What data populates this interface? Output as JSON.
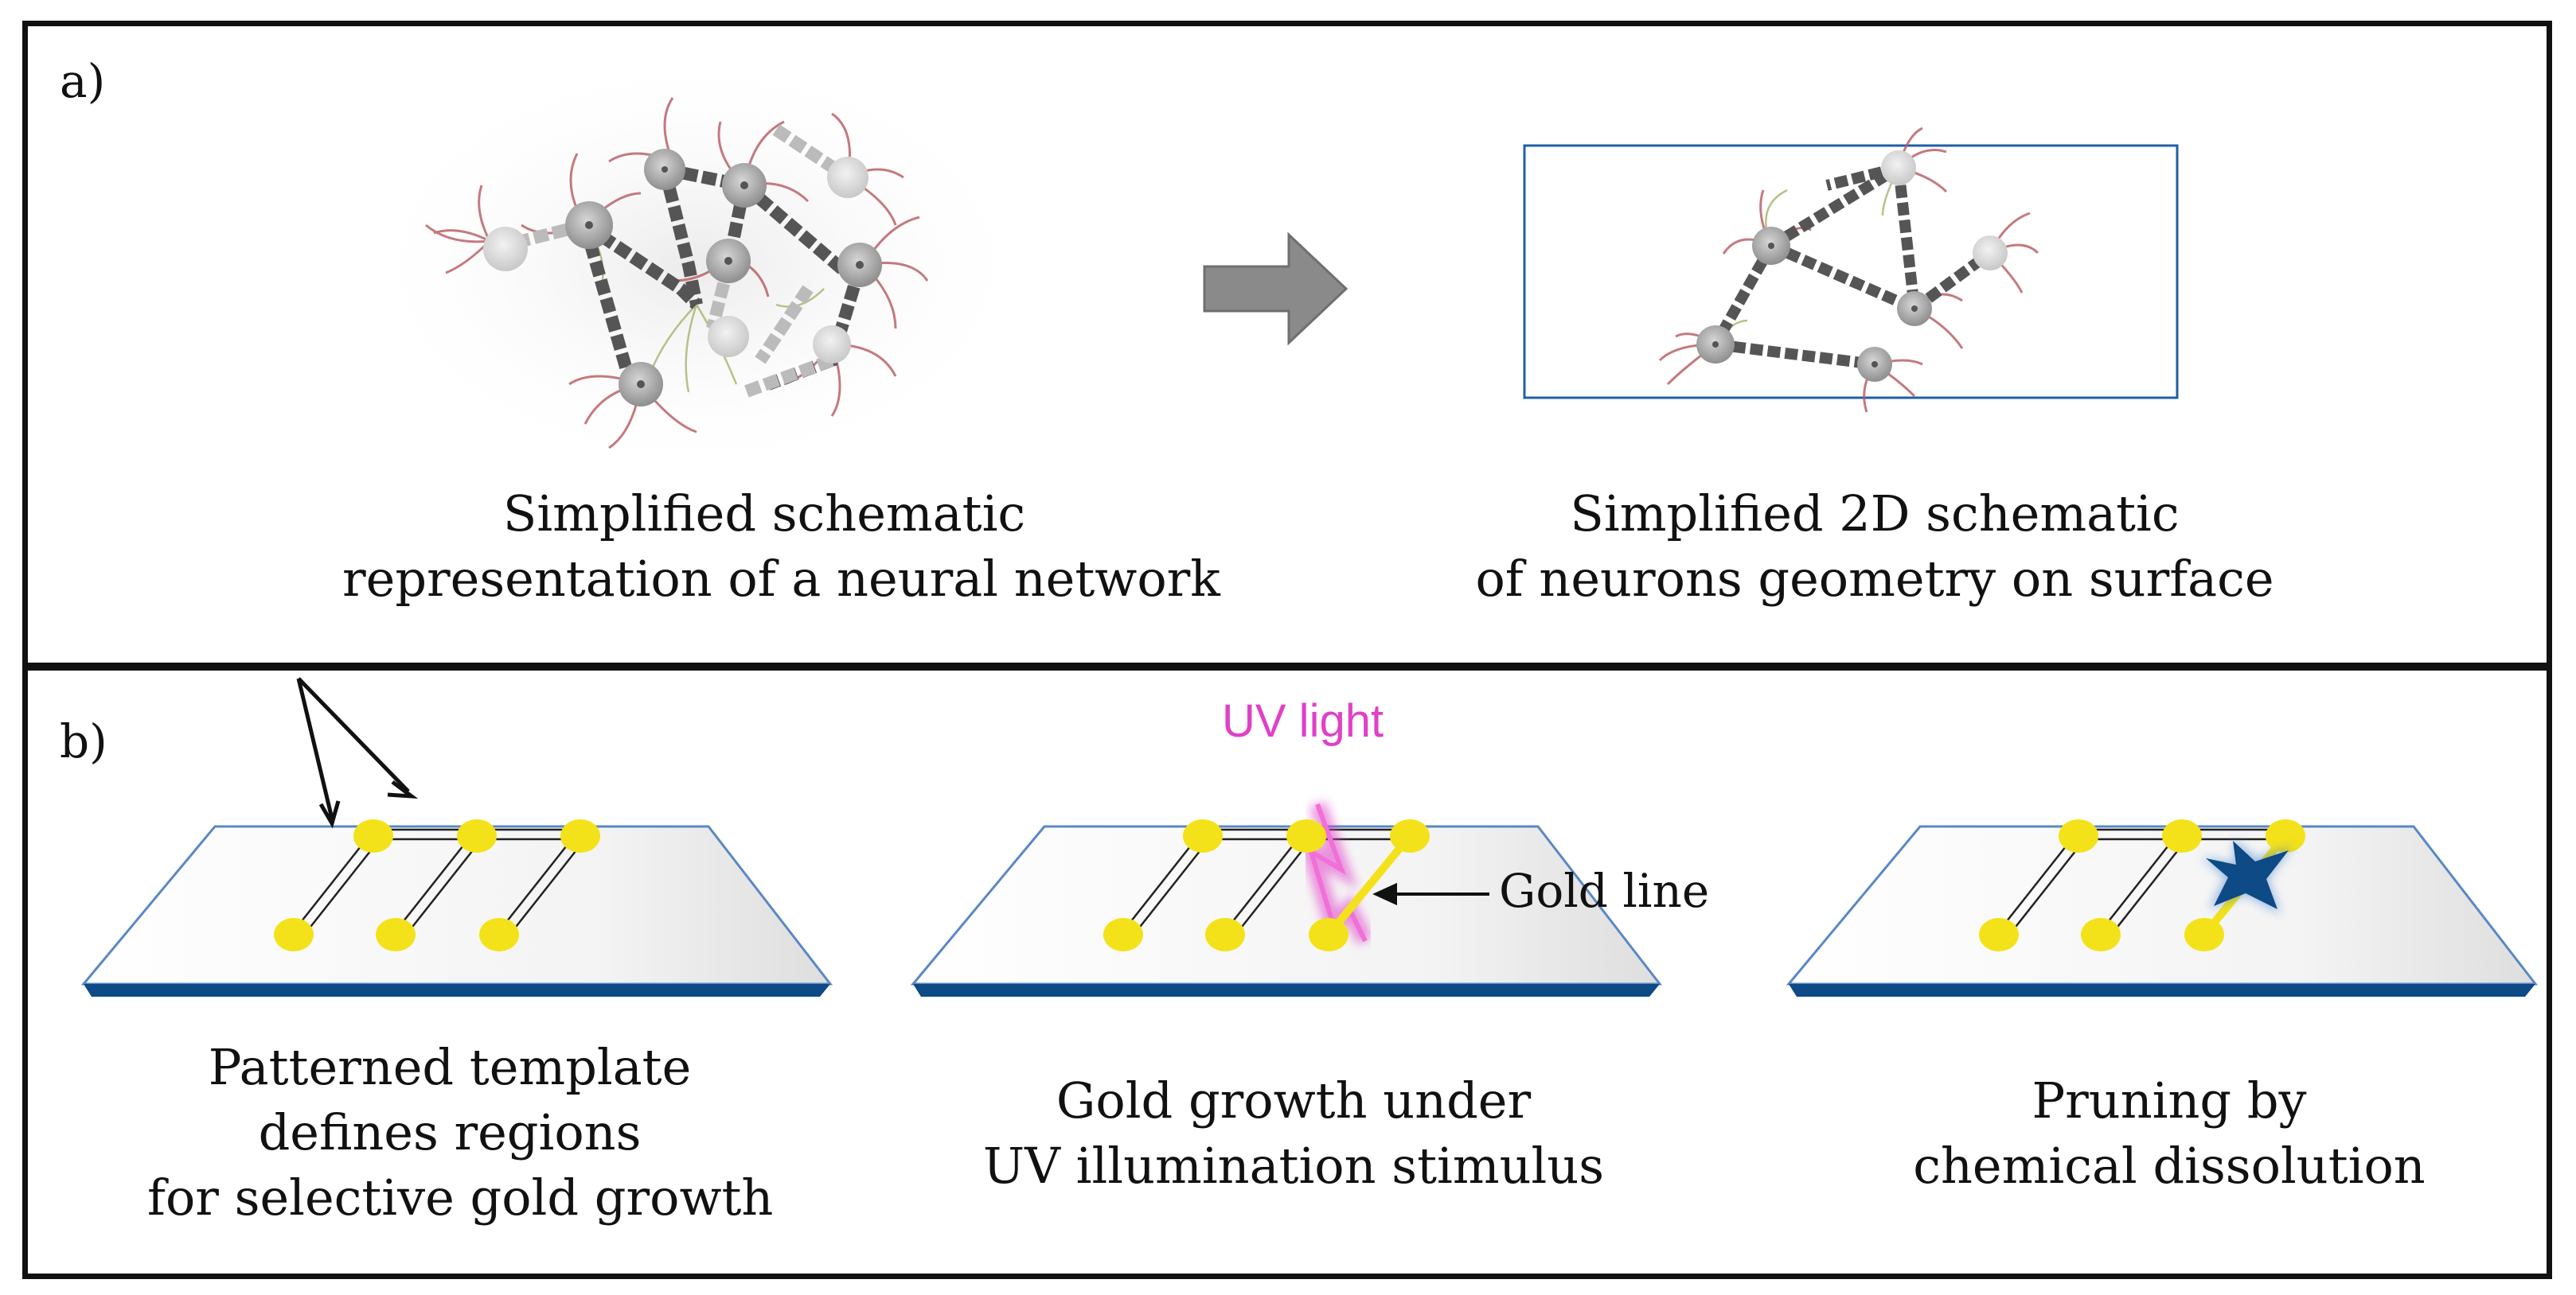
{
  "panel_a": {
    "label": "a)",
    "left_caption": [
      "Simplified schematic",
      "representation of a neural network"
    ],
    "right_caption": [
      "Simplified  2D schematic",
      "of neurons geometry on surface"
    ]
  },
  "panel_b": {
    "label": "b)",
    "step1_caption": [
      "Patterned template",
      "defines regions",
      "for selective gold growth"
    ],
    "step2_caption": [
      "Gold growth under",
      "UV illumination stimulus"
    ],
    "step3_caption": [
      "Pruning by",
      "chemical dissolution"
    ],
    "uv_label": "UV light",
    "gold_line_label": "Gold line"
  },
  "colors": {
    "uv": "#e040c8",
    "gold": "#f3e21a",
    "substrate_edge": "#0d4a86",
    "frame_blue": "#1f5fa8",
    "arrow_gray": "#8a8a8a",
    "dendrite": "#b5595f",
    "axon": "#555555"
  }
}
